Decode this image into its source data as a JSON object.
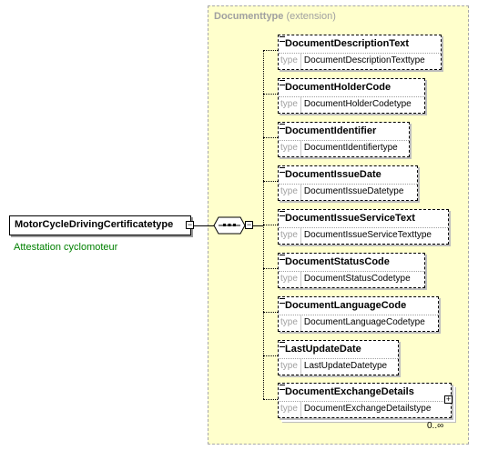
{
  "complex_type": {
    "name": "Documenttype",
    "suffix": "(extension)"
  },
  "root": {
    "name": "MotorCycleDrivingCertificatetype",
    "annotation": "Attestation cyclomoteur"
  },
  "elements": [
    {
      "name": "DocumentDescriptionText",
      "type_key": "type",
      "type": "DocumentDescriptionTexttype"
    },
    {
      "name": "DocumentHolderCode",
      "type_key": "type",
      "type": "DocumentHolderCodetype"
    },
    {
      "name": "DocumentIdentifier",
      "type_key": "type",
      "type": "DocumentIdentifiertype"
    },
    {
      "name": "DocumentIssueDate",
      "type_key": "type",
      "type": "DocumentIssueDatetype"
    },
    {
      "name": "DocumentIssueServiceText",
      "type_key": "type",
      "type": "DocumentIssueServiceTexttype"
    },
    {
      "name": "DocumentStatusCode",
      "type_key": "type",
      "type": "DocumentStatusCodetype"
    },
    {
      "name": "DocumentLanguageCode",
      "type_key": "type",
      "type": "DocumentLanguageCodetype"
    },
    {
      "name": "LastUpdateDate",
      "type_key": "type",
      "type": "LastUpdateDatetype"
    },
    {
      "name": "DocumentExchangeDetails",
      "type_key": "type",
      "type": "DocumentExchangeDetailstype",
      "cardinality": "0..∞"
    }
  ]
}
